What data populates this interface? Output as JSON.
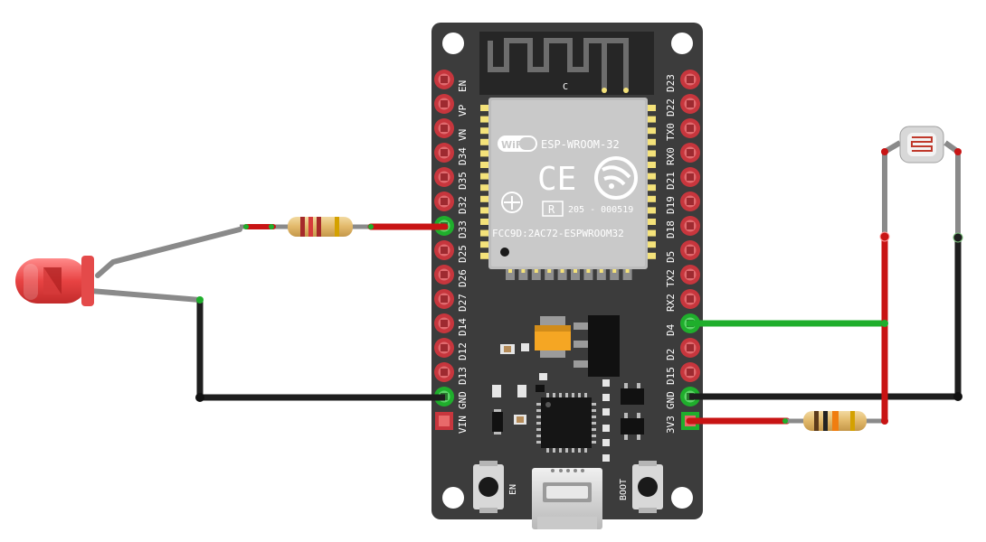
{
  "board": {
    "left_pins": [
      "EN",
      "VP",
      "VN",
      "D34",
      "D35",
      "D32",
      "D33",
      "D25",
      "D26",
      "D27",
      "D14",
      "D12",
      "D13",
      "GND",
      "VIN"
    ],
    "right_pins": [
      "D23",
      "D22",
      "TX0",
      "RX0",
      "D21",
      "D19",
      "D18",
      "D5",
      "TX2",
      "RX2",
      "D4",
      "D2",
      "D15",
      "GND",
      "3V3"
    ],
    "module_name": "ESP-WROOM-32",
    "wifi_logo": "WiFi",
    "ce_mark": "CE",
    "cert_r": "R",
    "cert_number": "205 - 000519",
    "fcc_id": "FCC9D:2AC72-ESPWROOM32",
    "antenna_mark": "C",
    "btn_en": "EN",
    "btn_boot": "BOOT"
  },
  "components": {
    "led": "red-led",
    "resistor_led": "resistor",
    "ldr": "photoresistor",
    "resistor_ldr": "resistor"
  },
  "colors": {
    "board": "#3c3c3c",
    "wire_red": "#c81414",
    "wire_black": "#1e1e1e",
    "wire_green": "#1fae2c",
    "wire_grey": "#8a8a8a",
    "pin_red": "#c7363d",
    "pin_green": "#1fae2c",
    "led_red": "#e84747"
  }
}
